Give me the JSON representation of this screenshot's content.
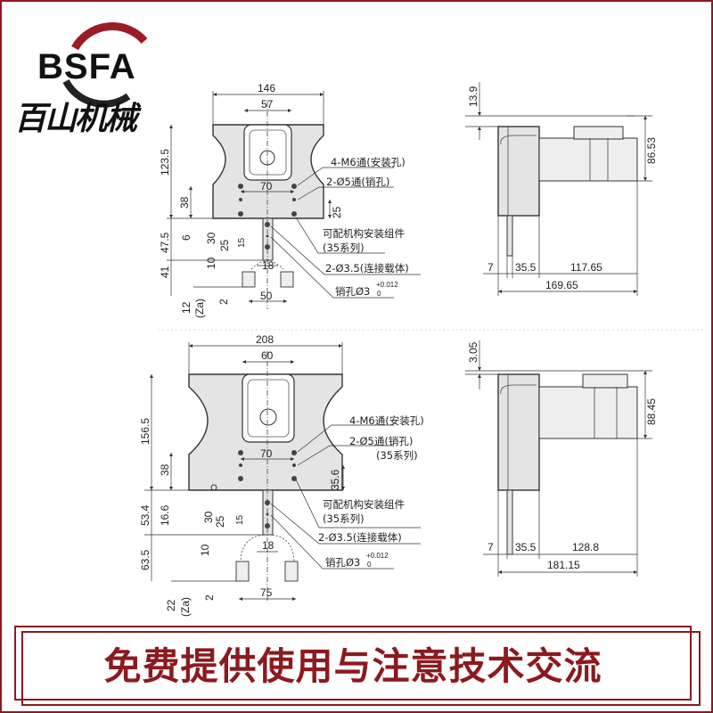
{
  "logo": {
    "brand": "BSFA",
    "chinese_name": "百山机械",
    "accent_color": "#9b1c22"
  },
  "view1": {
    "dims": {
      "width_total": "146",
      "motor_width": "57",
      "height_total": "123.5",
      "d38": "38",
      "d70": "70",
      "d25": "25",
      "d47_5": "47.5",
      "d6": "6",
      "d30": "30",
      "d25b": "25",
      "d15": "15",
      "d10": "10",
      "d41": "41",
      "d18": "18",
      "d50": "50",
      "d12": "12",
      "za": "(Za)",
      "d2": "2"
    },
    "side": {
      "top": "13.9",
      "height": "86.53",
      "d7": "7",
      "d35_5": "35.5",
      "motor_len": "117.65",
      "total": "169.65"
    },
    "notes": {
      "m6": "4-M6通(安装孔)",
      "pin5": "2-Ø5通(销孔)",
      "mount1": "可配机构安装组件",
      "mount2": "(35系列)",
      "conn": "2-Ø3.5(连接载体)",
      "pin3": "销孔Ø3",
      "tol_up": "+0.012",
      "tol_low": "0"
    }
  },
  "view2": {
    "dims": {
      "width_total": "208",
      "motor_width": "60",
      "height_total": "156.5",
      "d38": "38",
      "d70": "70",
      "d35_6": "35.6",
      "d53_4": "53.4",
      "d16_6": "16.6",
      "d30": "30",
      "d25": "25",
      "d15": "15",
      "d10": "10",
      "d63_5": "63.5",
      "d18": "18",
      "d75": "75",
      "d22": "22",
      "za": "(Za)",
      "d2": "2"
    },
    "side": {
      "top": "3.05",
      "height": "88.45",
      "d7": "7",
      "d35_5": "35.5",
      "motor_len": "128.8",
      "total": "181.15"
    },
    "notes": {
      "m6": "4-M6通(安装孔)",
      "pin5": "2-Ø5通(销孔)",
      "pin5_series": "(35系列)",
      "mount1": "可配机构安装组件",
      "mount2": "(35系列)",
      "conn": "2-Ø3.5(连接载体)",
      "pin3": "销孔Ø3",
      "tol_up": "+0.012",
      "tol_low": "0"
    }
  },
  "banner": {
    "text": "免费提供使用与注意技术交流",
    "color": "#8b1a1f"
  }
}
